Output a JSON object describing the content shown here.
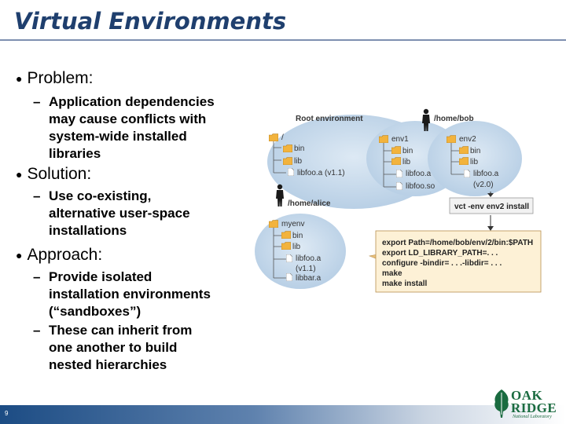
{
  "title": "Virtual Environments",
  "sections": [
    {
      "heading": "Problem:",
      "items": [
        [
          "Application dependencies",
          "may cause conflicts with",
          "system-wide installed",
          "libraries"
        ]
      ]
    },
    {
      "heading": "Solution:",
      "items": [
        [
          "Use co-existing,",
          "alternative user-space",
          "installations"
        ]
      ]
    },
    {
      "heading": "Approach:",
      "items": [
        [
          "Provide isolated",
          "installation environments",
          "(“sandboxes”)"
        ],
        [
          "These can inherit from",
          "one another to build",
          "nested   hierarchies"
        ]
      ]
    }
  ],
  "diagram": {
    "root_label": "Root environment",
    "root_dir": "/",
    "root_items": [
      "bin",
      "lib",
      "libfoo.a (v1.1)"
    ],
    "bob_path": "/home/bob",
    "env1_label": "env1",
    "env1_items": [
      "bin",
      "lib",
      "libfoo.a",
      "libfoo.so"
    ],
    "env2_label": "env2",
    "env2_items": [
      "bin",
      "lib",
      "libfoo.a",
      "(v2.0)"
    ],
    "alice_path": "/home/alice",
    "myenv_label": "myenv",
    "myenv_items": [
      "bin",
      "lib",
      "libfoo.a",
      "(v1.1)",
      "libbar.a"
    ],
    "command": "vct -env env2 install",
    "code_lines": [
      "export Path=/home/bob/env/2/bin:$PATH",
      "export LD_LIBRARY_PATH=. . .",
      "configure -bindir= . . .-libdir= . . .",
      "make",
      "make install"
    ]
  },
  "page_number": "9",
  "logo": {
    "line1": "OAK",
    "line2": "RIDGE",
    "line3": "National Laboratory"
  },
  "colors": {
    "title": "#1f3f6e",
    "bubble": "#c8dbec",
    "folder": "#f2b33d",
    "codebox": "#fdf1d6",
    "logo": "#1a6b40"
  }
}
